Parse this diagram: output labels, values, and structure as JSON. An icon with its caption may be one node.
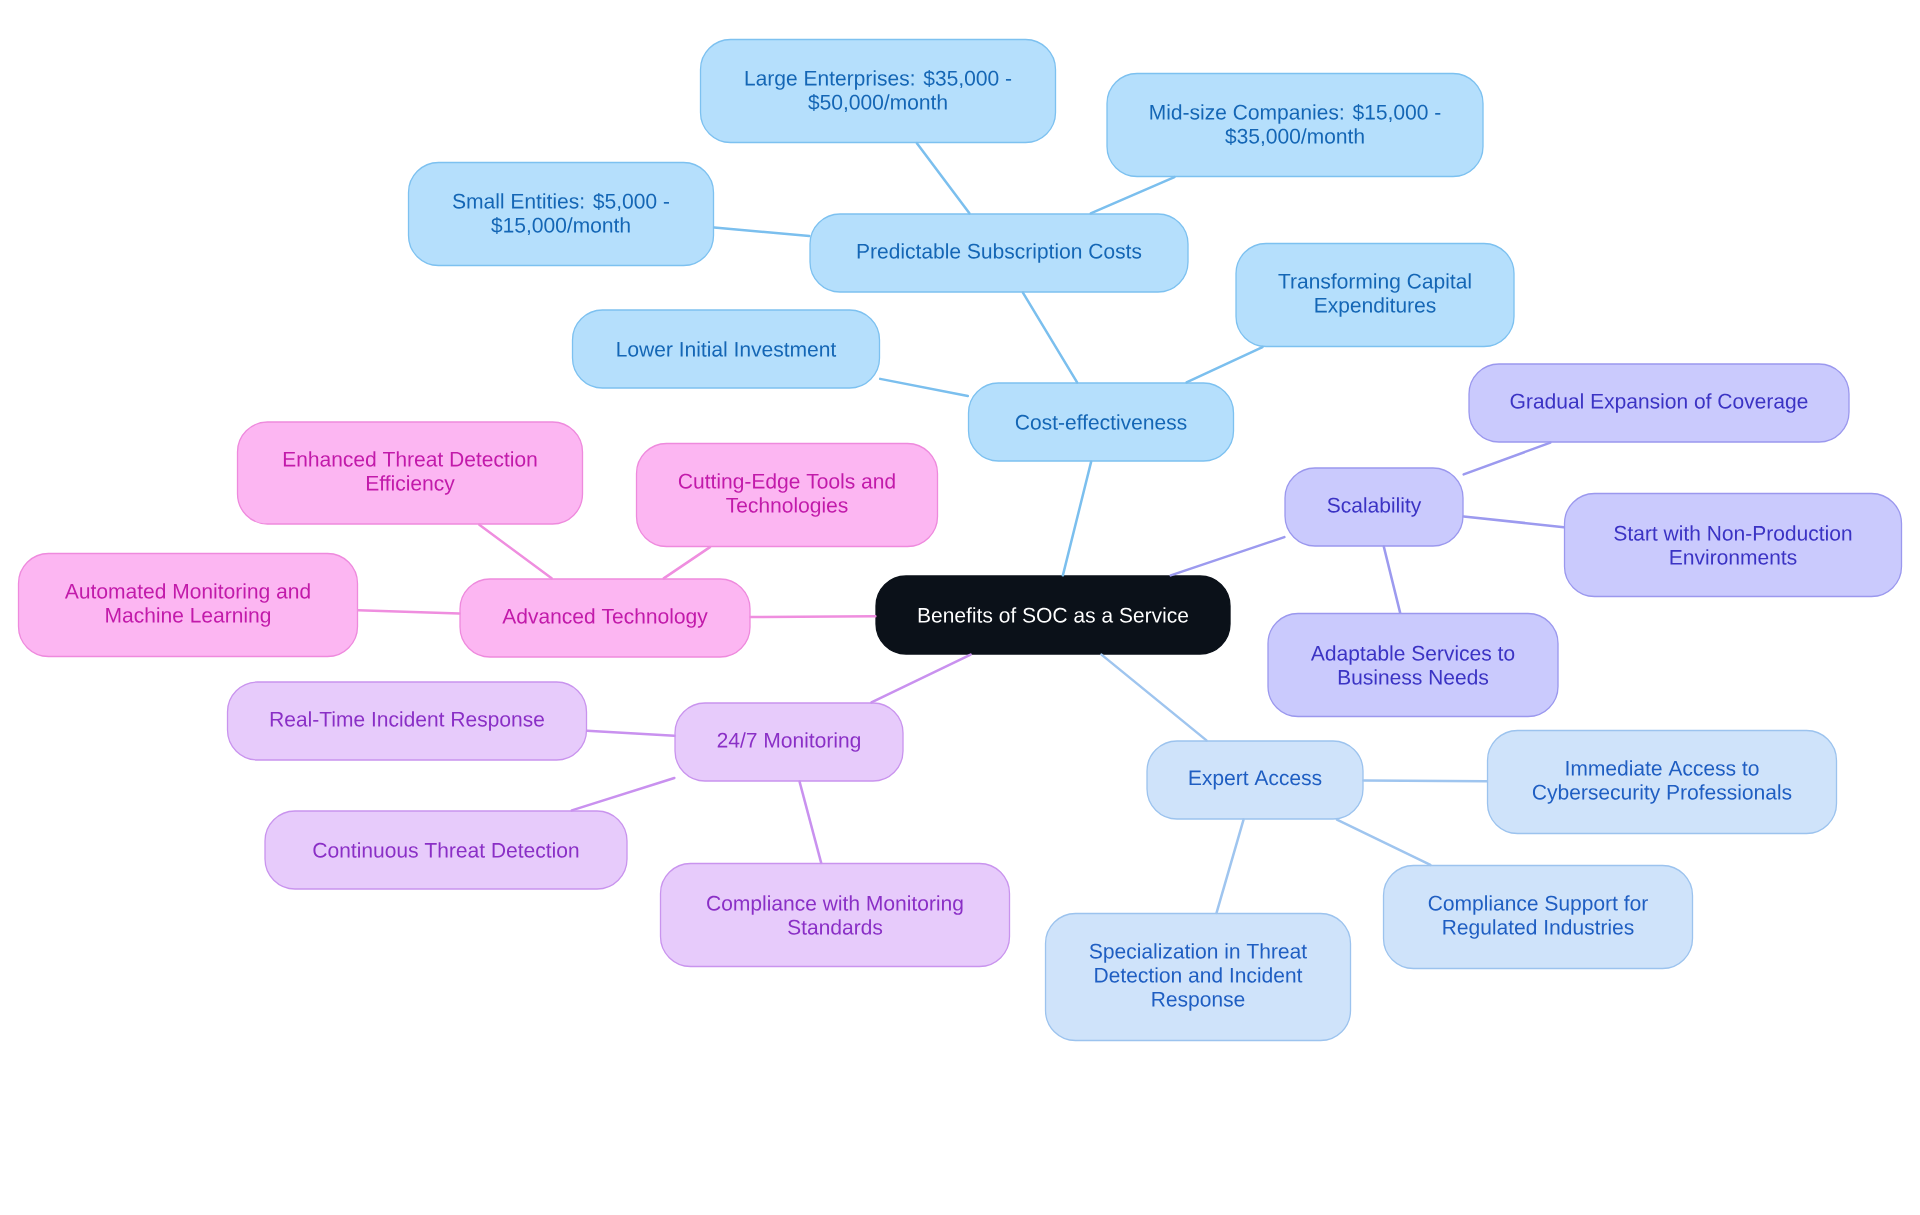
{
  "diagram": {
    "nodes": [
      {
        "text": [
          "Benefits of SOC as a Service"
        ]
      },
      {
        "text": [
          "Cost-effectiveness"
        ]
      },
      {
        "text": [
          "Predictable Subscription Costs"
        ]
      },
      {
        "text": [
          "Small Entities: $5,000 - $15,000/month"
        ]
      },
      {
        "text": [
          "Large Enterprises: $35,000 - $50,000/month"
        ]
      },
      {
        "text": [
          "Mid-size Companies: $15,000 - $35,000/month"
        ]
      },
      {
        "text": [
          "Lower Initial Investment"
        ]
      },
      {
        "text": [
          "Transforming Capital Expenditures"
        ]
      },
      {
        "text": [
          "Scalability"
        ]
      },
      {
        "text": [
          "Gradual Expansion of Coverage"
        ]
      },
      {
        "text": [
          "Start with Non-Production Environments"
        ]
      },
      {
        "text": [
          "Adaptable Services to Business Needs"
        ]
      },
      {
        "text": [
          "Expert Access"
        ]
      },
      {
        "text": [
          "Immediate Access to Cybersecurity Professionals"
        ]
      },
      {
        "text": [
          "Compliance Support for Regulated Industries"
        ]
      },
      {
        "text": [
          "Specialization in Threat Detection and Incident Response"
        ]
      },
      {
        "text": [
          "24/7 Monitoring"
        ]
      },
      {
        "text": [
          "Real-Time Incident Response"
        ]
      },
      {
        "text": [
          "Continuous Threat Detection"
        ]
      },
      {
        "text": [
          "Compliance with Monitoring Standards"
        ]
      },
      {
        "text": [
          "Advanced Technology"
        ]
      },
      {
        "text": [
          "Enhanced Threat Detection Efficiency"
        ]
      },
      {
        "text": [
          "Cutting-Edge Tools and Technologies"
        ]
      },
      {
        "text": [
          "Automated Monitoring and Machine Learning"
        ]
      }
    ],
    "edges": [
      {
        "from": 0,
        "to": 1,
        "arrow": "none",
        "color": "#7bbfee"
      },
      {
        "from": 1,
        "to": 2,
        "arrow": "none",
        "color": "#7bbfee"
      },
      {
        "from": 2,
        "to": 3,
        "arrow": "none",
        "color": "#7bbfee"
      },
      {
        "from": 2,
        "to": 4,
        "arrow": "none",
        "color": "#7bbfee"
      },
      {
        "from": 2,
        "to": 5,
        "arrow": "none",
        "color": "#7bbfee"
      },
      {
        "from": 1,
        "to": 6,
        "arrow": "none",
        "color": "#7bbfee"
      },
      {
        "from": 1,
        "to": 7,
        "arrow": "none",
        "color": "#7bbfee"
      },
      {
        "from": 0,
        "to": 8,
        "arrow": "none",
        "color": "#9c9aef"
      },
      {
        "from": 8,
        "to": 9,
        "arrow": "none",
        "color": "#9c9aef"
      },
      {
        "from": 8,
        "to": 10,
        "arrow": "none",
        "color": "#9c9aef"
      },
      {
        "from": 8,
        "to": 11,
        "arrow": "none",
        "color": "#9c9aef"
      },
      {
        "from": 0,
        "to": 12,
        "arrow": "none",
        "color": "#9fc5ef"
      },
      {
        "from": 12,
        "to": 13,
        "arrow": "none",
        "color": "#9fc5ef"
      },
      {
        "from": 12,
        "to": 14,
        "arrow": "none",
        "color": "#9fc5ef"
      },
      {
        "from": 12,
        "to": 15,
        "arrow": "none",
        "color": "#9fc5ef"
      },
      {
        "from": 0,
        "to": 16,
        "arrow": "none",
        "color": "#c991ef"
      },
      {
        "from": 16,
        "to": 17,
        "arrow": "none",
        "color": "#c991ef"
      },
      {
        "from": 16,
        "to": 18,
        "arrow": "none",
        "color": "#c991ef"
      },
      {
        "from": 16,
        "to": 19,
        "arrow": "none",
        "color": "#c991ef"
      },
      {
        "from": 0,
        "to": 20,
        "arrow": "none",
        "color": "#ef8edf"
      },
      {
        "from": 20,
        "to": 21,
        "arrow": "none",
        "color": "#ef8edf"
      },
      {
        "from": 20,
        "to": 22,
        "arrow": "none",
        "color": "#ef8edf"
      },
      {
        "from": 20,
        "to": 23,
        "arrow": "none",
        "color": "#ef8edf"
      }
    ]
  }
}
